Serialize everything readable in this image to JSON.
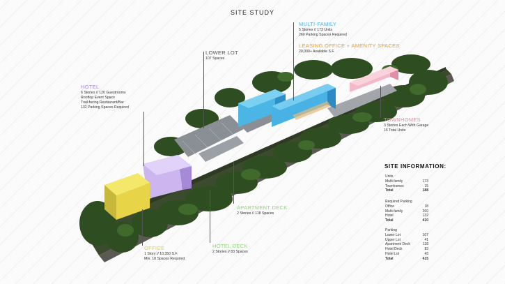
{
  "title": "SITE STUDY",
  "labels": {
    "multifamily": {
      "name": "MULTI-FAMILY",
      "lines": [
        "5 Stories // 173 Units",
        "260 Parking Spaces Required"
      ],
      "color": "#4fb0e0"
    },
    "leasing": {
      "name": "LEASING OFFICE + AMENITY SPACES",
      "lines": [
        "20,000+ Available S.F."
      ],
      "color": "#e0a040"
    },
    "lower_lot": {
      "name": "LOWER LOT",
      "lines": [
        "107 Spaces"
      ],
      "color": "#555555"
    },
    "hotel": {
      "name": "HOTEL",
      "lines": [
        "6 Stories // 120 Guestrooms",
        "Rooftop Event Space",
        "Trail-facing Restaurant/Bar",
        "132 Parking Spaces Required"
      ],
      "color": "#a78ad8"
    },
    "townhomes": {
      "name": "TOWNHOMES",
      "lines": [
        "3 Stories Each With Garage",
        "15 Total Units"
      ],
      "color": "#e28aa6"
    },
    "apartment_deck": {
      "name": "APARTMENT DECK",
      "lines": [
        "2 Stories // 118 Spaces"
      ],
      "color": "#8fd878"
    },
    "hotel_deck": {
      "name": "HOTEL DECK",
      "lines": [
        "2 Stories // 83 Spaces"
      ],
      "color": "#8fd878"
    },
    "office": {
      "name": "OFFICE",
      "lines": [
        "1 Story // 10,350 S.F.",
        "Min. 18 Spaces Required"
      ],
      "color": "#e6c73a"
    }
  },
  "site_info": {
    "title": "SITE INFORMATION:",
    "sections": [
      {
        "heading": "Units",
        "rows": [
          [
            "Multi-family",
            "173"
          ],
          [
            "Townhomes",
            "15"
          ]
        ],
        "total": [
          "Total",
          "188"
        ]
      },
      {
        "heading": "Required Parking",
        "rows": [
          [
            "Office",
            "18"
          ],
          [
            "Multi-family",
            "260"
          ],
          [
            "Hotel",
            "132"
          ]
        ],
        "total": [
          "Total",
          "410"
        ]
      },
      {
        "heading": "Parking",
        "rows": [
          [
            "Lower Lot",
            "107"
          ],
          [
            "Upper Lot",
            "41"
          ],
          [
            "Apartment Deck",
            "118"
          ],
          [
            "Hotel Deck",
            "83"
          ],
          [
            "Hotel Lot",
            "43"
          ]
        ],
        "total": [
          "Total",
          "415"
        ]
      }
    ]
  }
}
